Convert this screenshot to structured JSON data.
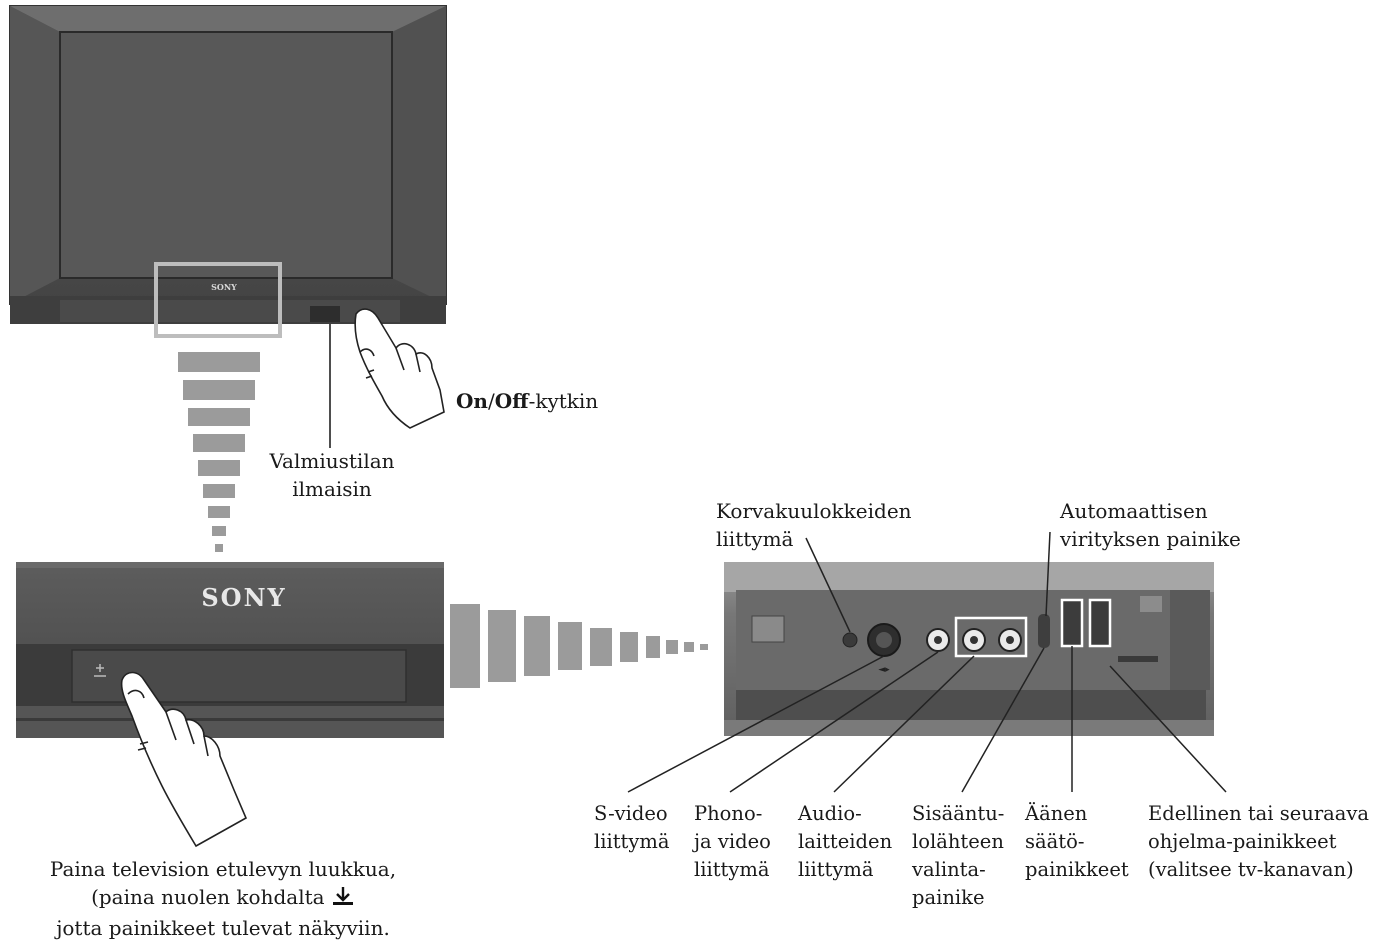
{
  "brand": {
    "logo_small": "SONY",
    "logo_large": "SONY"
  },
  "power_switch": {
    "on": "On",
    "slash": "/",
    "off": "Off",
    "suffix": "-kytkin"
  },
  "standby": {
    "line1": "Valmiustilan",
    "line2": "ilmaisin"
  },
  "headphones": {
    "line1": "Korvakuulokkeiden",
    "line2": "liittymä"
  },
  "autotune": {
    "line1": "Automaattisen",
    "line2": "virityksen painike"
  },
  "bottom_labels": {
    "svideo": [
      "S-video",
      "liittymä"
    ],
    "phono": [
      "Phono-",
      "ja video",
      "liittymä"
    ],
    "audio": [
      "Audio-",
      "laitteiden",
      "liittymä"
    ],
    "input": [
      "Sisääntu-",
      "lolähteen",
      "valinta-",
      "painike"
    ],
    "volume": [
      "Äänen",
      "säätö-",
      "painikkeet"
    ],
    "program": [
      "Edellinen tai seuraava",
      "ohjelma-painikkeet",
      "(valitsee tv-kanavan)"
    ]
  },
  "instruction": {
    "line1": "Paina television etulevyn luukkua,",
    "line2": "(paina nuolen kohdalta",
    "line3": "jotta painikkeet tulevat näkyviin."
  },
  "colors": {
    "tv_dark": "#4a4a4a",
    "screen": "#555555",
    "frame": "#6b6b6b",
    "highlight": "#bdbdbd",
    "panel_light": "#8a8a8a"
  }
}
